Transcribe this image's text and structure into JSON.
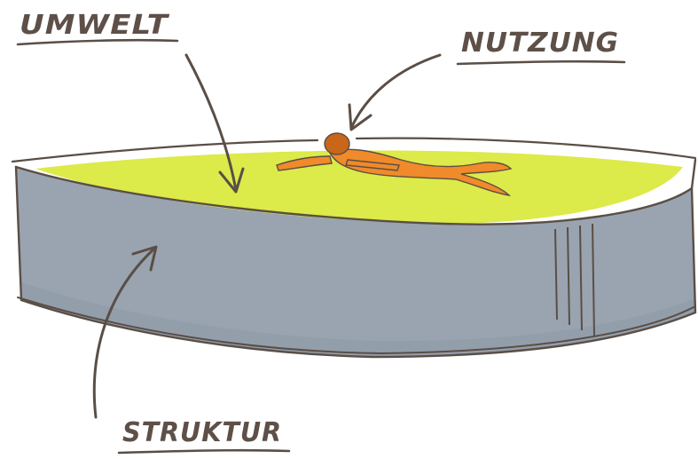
{
  "labels": {
    "umwelt": "UMWELT",
    "nutzung": "NUTZUNG",
    "struktur": "STRUKTUR"
  },
  "colors": {
    "ink": "#5a4e46",
    "label_ink": "#5e5048",
    "water": "#dcea4a",
    "wall": "#99a4b0",
    "wall_shadow": "#8a95a2",
    "rim": "#ffffff",
    "swimmer": "#f08a2a",
    "swimmer_dark": "#c8661a"
  }
}
